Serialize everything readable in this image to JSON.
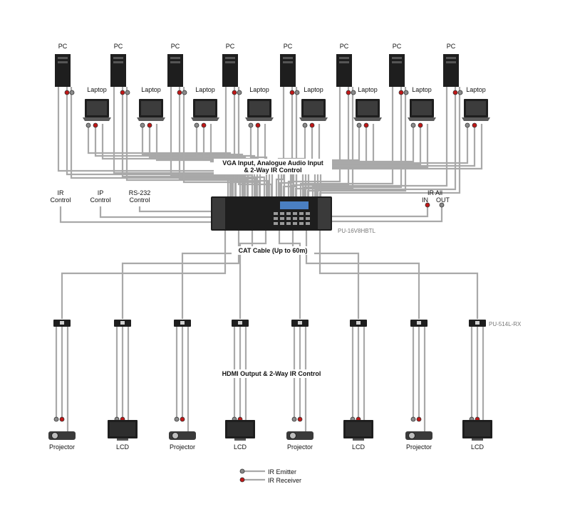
{
  "sources": {
    "pc_label": "PC",
    "laptop_label": "Laptop",
    "pc_count": 8,
    "laptop_count": 8
  },
  "matrix": {
    "model": "PU-16V8HBTL",
    "input_caption_line1": "VGA Input, Analogue Audio Input",
    "input_caption_line2": "& 2-Way IR Control",
    "output_caption": "CAT Cable (Up to 60m)"
  },
  "controls": {
    "ir_control": [
      "IR",
      "Control"
    ],
    "ip_control": [
      "IP",
      "Control"
    ],
    "rs232_control": [
      "RS-232",
      "Control"
    ],
    "ir_all": "IR All",
    "ir_all_in": "IN",
    "ir_all_out": "OUT"
  },
  "receivers": {
    "model": "PU-514L-RX",
    "count": 8
  },
  "hdmi_caption": "HDMI Output & 2-Way IR Control",
  "displays": [
    "Projector",
    "LCD",
    "Projector",
    "LCD",
    "Projector",
    "LCD",
    "Projector",
    "LCD"
  ],
  "legend": {
    "ir_emitter": "IR Emitter",
    "ir_receiver": "IR Receiver",
    "emitter_color": "#8a8a8a",
    "receiver_color": "#c01818"
  },
  "colors": {
    "cable": "#a9a9a9",
    "device_dark": "#1e1e1e",
    "lcd_screen": "#2d2d2d"
  }
}
